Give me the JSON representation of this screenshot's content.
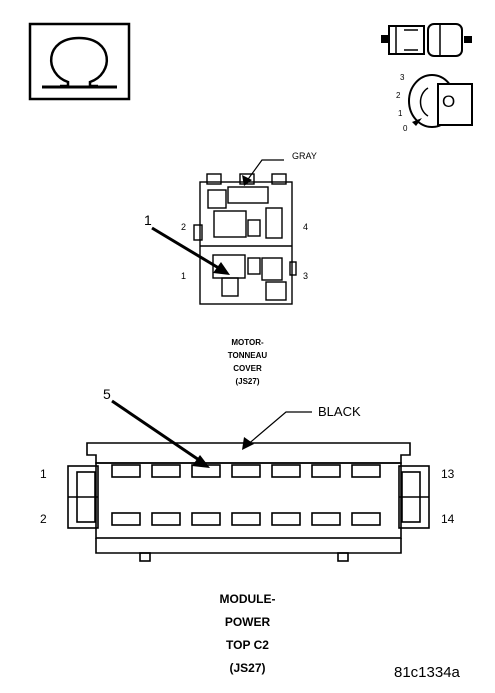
{
  "connector_top": {
    "color_label": "GRAY",
    "callout": "1",
    "pins": {
      "p1": "1",
      "p2": "2",
      "p3": "3",
      "p4": "4"
    },
    "caption_lines": [
      "MOTOR-",
      "TONNEAU",
      "COVER",
      "(JS27)"
    ]
  },
  "connector_bottom": {
    "color_label": "BLACK",
    "callout": "5",
    "pins": {
      "p1": "1",
      "p2": "2",
      "p13": "13",
      "p14": "14"
    },
    "caption_lines": [
      "MODULE-",
      "POWER",
      "TOP C2",
      "(JS27)"
    ]
  },
  "key_switch": {
    "positions": [
      "3",
      "2",
      "1",
      "0"
    ],
    "key_label": "O"
  },
  "figure_id": "81c1334a"
}
